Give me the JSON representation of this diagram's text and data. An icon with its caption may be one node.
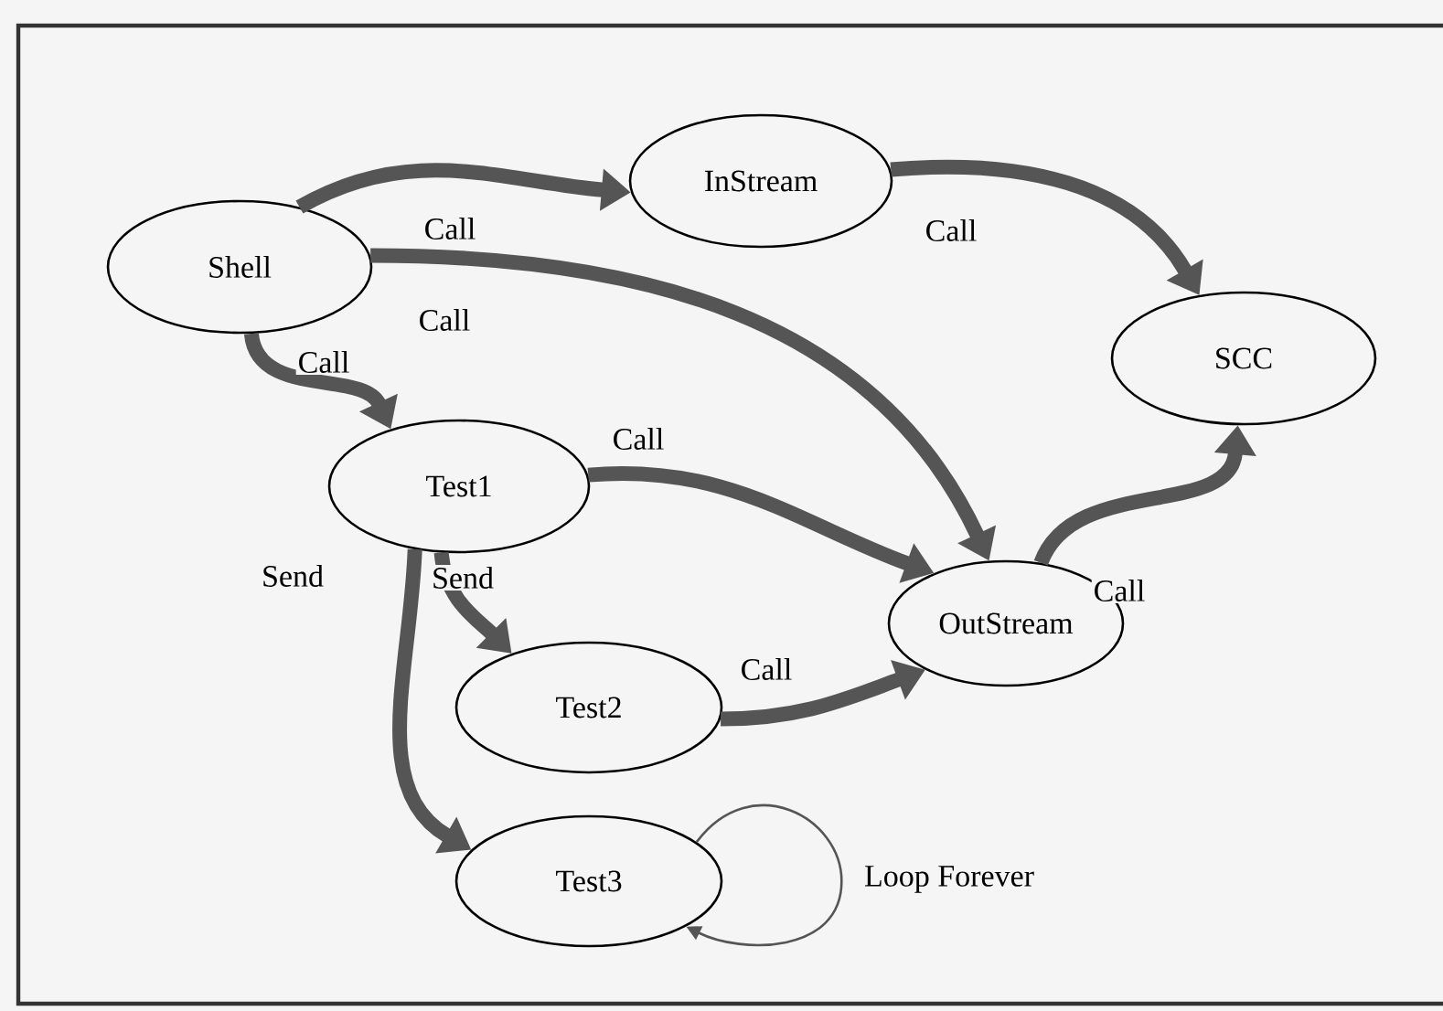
{
  "diagram": {
    "nodes": [
      {
        "text": [
          "Shell"
        ]
      },
      {
        "text": [
          "InStream"
        ]
      },
      {
        "text": [
          "SCC"
        ]
      },
      {
        "text": [
          "Test1"
        ]
      },
      {
        "text": [
          "OutStream"
        ]
      },
      {
        "text": [
          "Test2"
        ]
      },
      {
        "text": [
          "Test3"
        ]
      }
    ],
    "edges": [
      {
        "from": 0,
        "to": 1,
        "arrow": "to",
        "label": "Call"
      },
      {
        "from": 1,
        "to": 2,
        "arrow": "to",
        "label": "Call"
      },
      {
        "from": 0,
        "to": 4,
        "arrow": "to",
        "label": "Call"
      },
      {
        "from": 0,
        "to": 3,
        "arrow": "to",
        "label": "Call"
      },
      {
        "from": 3,
        "to": 4,
        "arrow": "to",
        "label": "Call"
      },
      {
        "from": 4,
        "to": 2,
        "arrow": "to",
        "label": "Call"
      },
      {
        "from": 3,
        "to": 6,
        "arrow": "to",
        "label": "Send"
      },
      {
        "from": 3,
        "to": 5,
        "arrow": "to",
        "label": "Send"
      },
      {
        "from": 5,
        "to": 4,
        "arrow": "to",
        "label": "Call"
      },
      {
        "from": 6,
        "to": 6,
        "arrow": "to",
        "label": "Loop Forever"
      }
    ]
  }
}
